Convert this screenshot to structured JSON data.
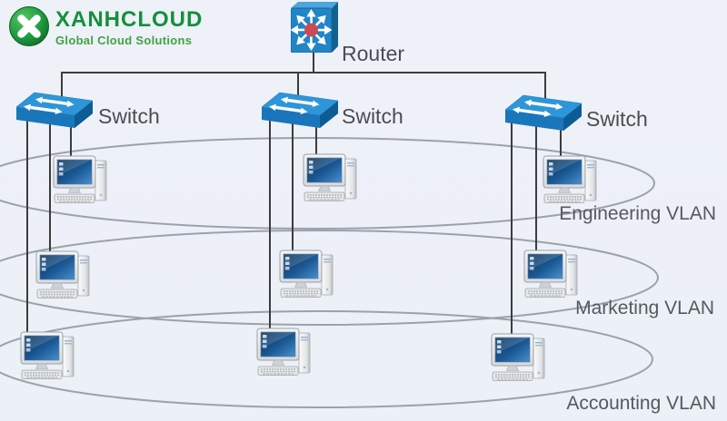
{
  "logo": {
    "brand": "XANHCLOUD",
    "tagline": "Global Cloud Solutions",
    "icon": "x-circle-icon",
    "brand_color": "#14903a",
    "tagline_color": "#42a144"
  },
  "diagram": {
    "type": "network-topology",
    "router": {
      "label": "Router",
      "icon": "router-icon"
    },
    "switches": [
      {
        "label": "Switch",
        "icon": "switch-icon"
      },
      {
        "label": "Switch",
        "icon": "switch-icon"
      },
      {
        "label": "Switch",
        "icon": "switch-icon"
      }
    ],
    "vlans": [
      {
        "label": "Engineering VLAN",
        "computers": 3
      },
      {
        "label": "Marketing VLAN",
        "computers": 3
      },
      {
        "label": "Accounting VLAN",
        "computers": 3
      }
    ],
    "computer_icon": "desktop-computer-icon",
    "colors": {
      "device_blue": "#1e7fc2",
      "router_red": "#cc4a55",
      "connection_line": "#3c3c3c",
      "vlan_ellipse": "#9aa2ac",
      "label_text": "#56595c",
      "background": "#edf1f8"
    }
  }
}
